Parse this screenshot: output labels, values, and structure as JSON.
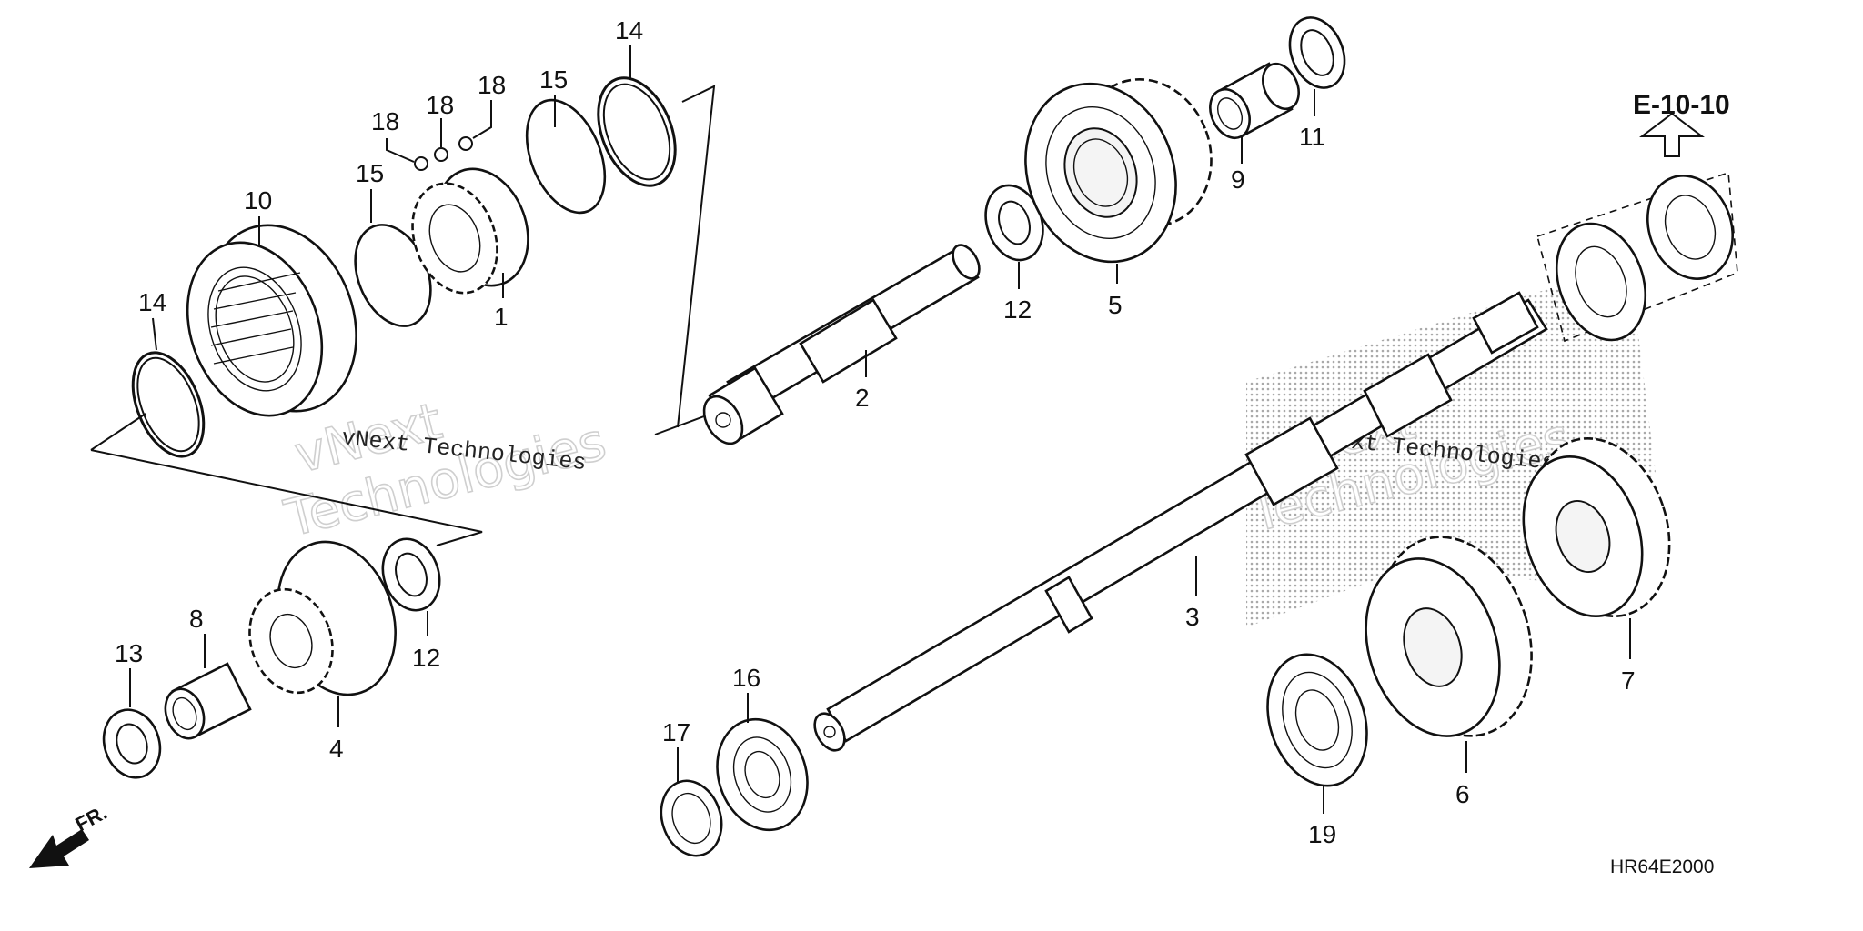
{
  "parts": [
    {
      "id": "p1",
      "label": "1"
    },
    {
      "id": "p2",
      "label": "2"
    },
    {
      "id": "p3",
      "label": "3"
    },
    {
      "id": "p4",
      "label": "4"
    },
    {
      "id": "p5",
      "label": "5"
    },
    {
      "id": "p6",
      "label": "6"
    },
    {
      "id": "p7",
      "label": "7"
    },
    {
      "id": "p8",
      "label": "8"
    },
    {
      "id": "p9",
      "label": "9"
    },
    {
      "id": "p10",
      "label": "10"
    },
    {
      "id": "p11",
      "label": "11"
    },
    {
      "id": "p12a",
      "label": "12"
    },
    {
      "id": "p12b",
      "label": "12"
    },
    {
      "id": "p13",
      "label": "13"
    },
    {
      "id": "p14a",
      "label": "14"
    },
    {
      "id": "p14b",
      "label": "14"
    },
    {
      "id": "p15a",
      "label": "15"
    },
    {
      "id": "p15b",
      "label": "15"
    },
    {
      "id": "p16",
      "label": "16"
    },
    {
      "id": "p17",
      "label": "17"
    },
    {
      "id": "p18a",
      "label": "18"
    },
    {
      "id": "p18b",
      "label": "18"
    },
    {
      "id": "p18c",
      "label": "18"
    },
    {
      "id": "p19",
      "label": "19"
    }
  ],
  "reference": "E-10-10",
  "direction": "FR.",
  "diagram_code": "HR64E2000",
  "watermark": {
    "line1": "vNext",
    "line2": "Technologies",
    "small": "vNext Technologies"
  },
  "colors": {
    "ink": "#111111",
    "watermark": "#cfcfcf",
    "dots": "#9a9a9a"
  }
}
